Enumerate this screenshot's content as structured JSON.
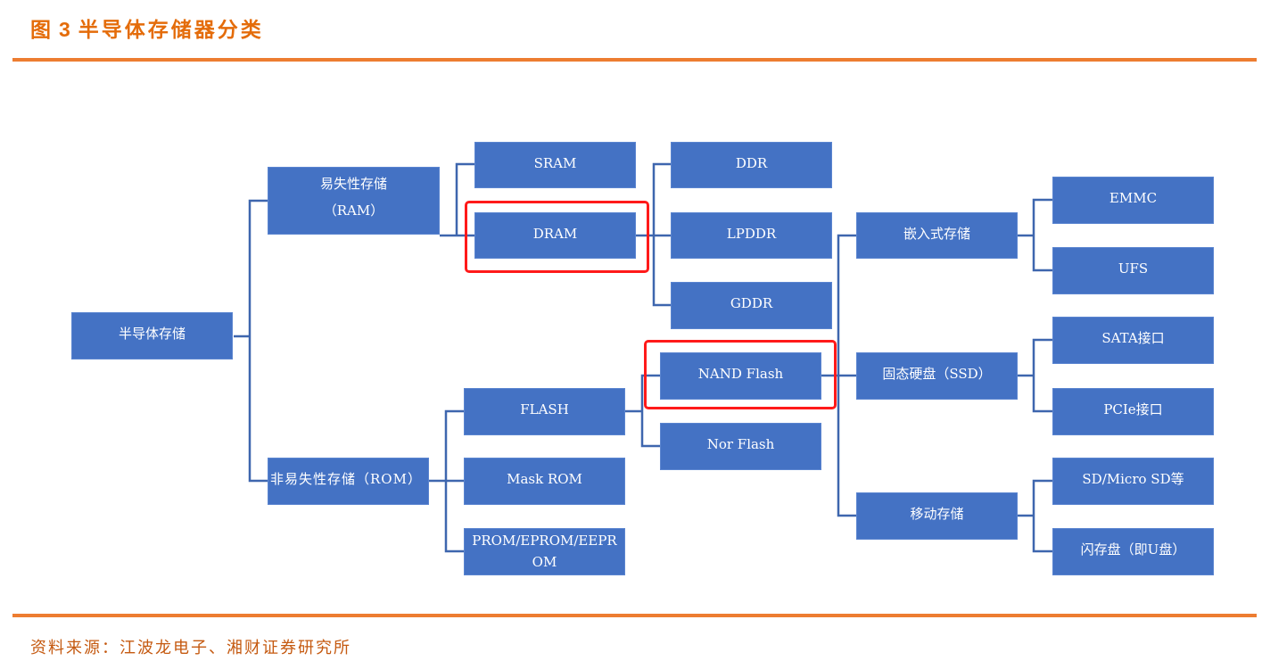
{
  "figure": {
    "label": "图",
    "number": "3",
    "title": "半导体存储器分类"
  },
  "nodes": {
    "root": "半导体存储",
    "ram_line1": "易失性存储",
    "ram_line2": "（RAM）",
    "rom": "非易失性存储（ROM）",
    "sram": "SRAM",
    "dram": "DRAM",
    "ddr": "DDR",
    "lpddr": "LPDDR",
    "gddr": "GDDR",
    "flash": "FLASH",
    "mask_rom": "Mask ROM",
    "prom_line1": "PROM/EPROM/EEPR",
    "prom_line2": "OM",
    "nand": "NAND Flash",
    "nor": "Nor Flash",
    "embedded": "嵌入式存储",
    "ssd": "固态硬盘（SSD）",
    "mobile": "移动存储",
    "emmc": "EMMC",
    "ufs": "UFS",
    "sata": "SATA接口",
    "pcie": "PCIe接口",
    "sd": "SD/Micro SD等",
    "udisk": "闪存盘（即U盘）"
  },
  "tree": {
    "半导体存储": [
      "易失性存储（RAM）",
      "非易失性存储（ROM）"
    ],
    "易失性存储（RAM）": [
      "SRAM",
      "DRAM"
    ],
    "DRAM": [
      "DDR",
      "LPDDR",
      "GDDR"
    ],
    "非易失性存储（ROM）": [
      "FLASH",
      "Mask ROM",
      "PROM/EPROM/EEPROM"
    ],
    "FLASH": [
      "NAND Flash",
      "Nor Flash"
    ],
    "NAND Flash": [
      "嵌入式存储",
      "固态硬盘（SSD）",
      "移动存储"
    ],
    "嵌入式存储": [
      "EMMC",
      "UFS"
    ],
    "固态硬盘（SSD）": [
      "SATA接口",
      "PCIe接口"
    ],
    "移动存储": [
      "SD/Micro SD等",
      "闪存盘（即U盘）"
    ]
  },
  "highlighted": [
    "DRAM",
    "NAND Flash"
  ],
  "colors": {
    "box_fill": "#4472C4",
    "connector": "#3E66AE",
    "highlight": "#FF1A1A",
    "accent": "#ED7D31"
  },
  "source": "资料来源：江波龙电子、湘财证券研究所"
}
